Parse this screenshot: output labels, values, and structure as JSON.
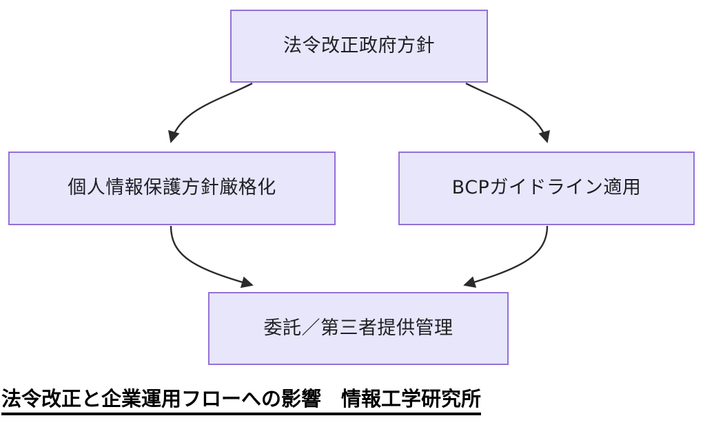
{
  "diagram": {
    "type": "flowchart",
    "title": "法令改正と企業運用フローへの影響　情報工学研究所",
    "colors": {
      "node_fill": "#e7e6fa",
      "node_border": "#9370d8",
      "edge_stroke": "#2b2b2b",
      "text": "#1c2024",
      "caption_text": "#000000",
      "background": "#ffffff"
    },
    "nodes": [
      {
        "id": "policy",
        "label": "法令改正政府方針"
      },
      {
        "id": "privacy",
        "label": "個人情報保護方針厳格化"
      },
      {
        "id": "bcp",
        "label": "BCPガイドライン適用"
      },
      {
        "id": "outsourcing",
        "label": "委託／第三者提供管理"
      }
    ],
    "edges": [
      {
        "id": "policy-to-privacy",
        "from": "法令改正政府方針",
        "to": "個人情報保護方針厳格化",
        "arrowhead": "filled-triangle"
      },
      {
        "id": "policy-to-bcp",
        "from": "法令改正政府方針",
        "to": "BCPガイドライン適用",
        "arrowhead": "filled-triangle"
      },
      {
        "id": "privacy-to-outsourcing",
        "from": "個人情報保護方針厳格化",
        "to": "委託／第三者提供管理",
        "arrowhead": "filled-triangle"
      },
      {
        "id": "bcp-to-outsourcing",
        "from": "BCPガイドライン適用",
        "to": "委託／第三者提供管理",
        "arrowhead": "filled-triangle"
      }
    ]
  }
}
